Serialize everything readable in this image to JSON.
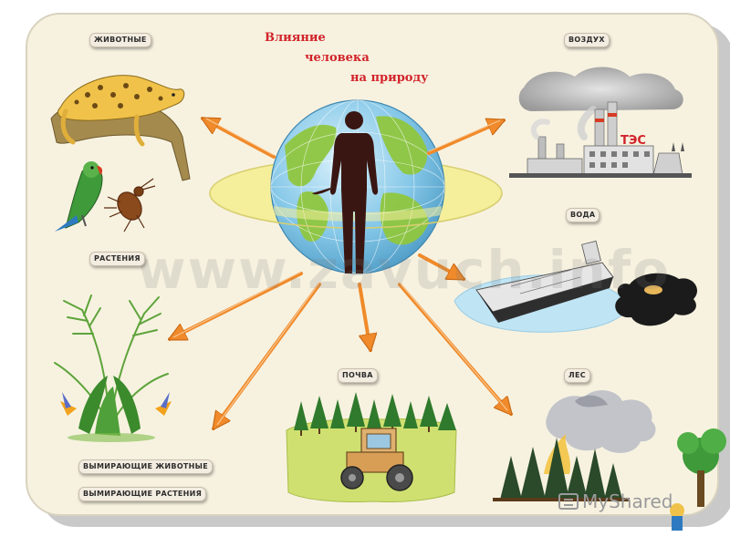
{
  "title": {
    "line1": "Влияние",
    "line2": "человека",
    "line3": "на природу"
  },
  "labels": {
    "animals": "ЖИВОТНЫЕ",
    "air": "ВОЗДУХ",
    "water": "ВОДА",
    "plants": "РАСТЕНИЯ",
    "soil": "ПОЧВА",
    "forest": "ЛЕС",
    "extinct_animals": "ВЫМИРАЮЩИЕ ЖИВОТНЫЕ",
    "extinct_plants": "ВЫМИРАЮЩИЕ РАСТЕНИЯ"
  },
  "plant_sign": "ТЭС",
  "watermark": "www.zavuch.info",
  "branding": {
    "name": "MyShared"
  },
  "colors": {
    "title_red": "#d2232a",
    "card_bg": "#f7f2e0",
    "arrow_orange": "#f08a2a",
    "globe_blue": "#7fc6e8",
    "land_green": "#8fc63f",
    "ring_yellow": "#f5ef9c"
  },
  "icons": [
    "leopard-icon",
    "parrot-icon",
    "beetle-icon",
    "globe-icon",
    "human-figure-icon",
    "power-plant-icon",
    "tanker-ship-icon",
    "oil-spill-icon",
    "palm-plant-icon",
    "tractor-icon",
    "forest-fire-icon",
    "tree-icon"
  ]
}
